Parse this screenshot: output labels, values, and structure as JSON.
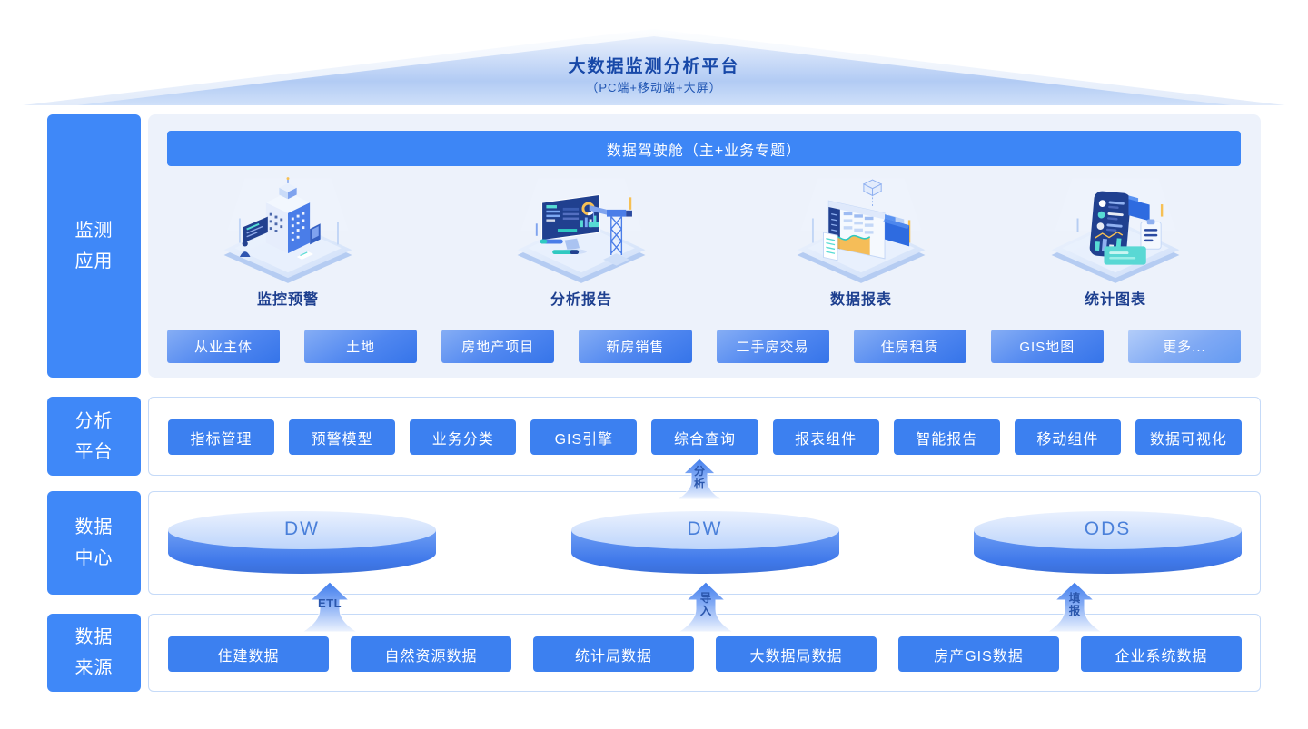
{
  "roof": {
    "title": "大数据监测分析平台",
    "subtitle": "（PC端+移动端+大屏）"
  },
  "sidebar": {
    "monitoring": "监测应用",
    "analysis": "分析平台",
    "data_center": "数据中心",
    "data_source": "数据来源"
  },
  "monitoring": {
    "banner": "数据驾驶舱（主+业务专题）",
    "apps": [
      {
        "name": "监控预警",
        "icon": "building-monitor-illustration"
      },
      {
        "name": "分析报告",
        "icon": "dashboard-crane-illustration"
      },
      {
        "name": "数据报表",
        "icon": "report-folder-illustration"
      },
      {
        "name": "统计图表",
        "icon": "phone-charts-illustration"
      }
    ],
    "topics": [
      "从业主体",
      "土地",
      "房地产项目",
      "新房销售",
      "二手房交易",
      "住房租赁",
      "GIS地图",
      "更多..."
    ]
  },
  "analysis": {
    "modules": [
      "指标管理",
      "预警模型",
      "业务分类",
      "GIS引擎",
      "综合查询",
      "报表组件",
      "智能报告",
      "移动组件",
      "数据可视化"
    ]
  },
  "data_center": {
    "databases": [
      "DW",
      "DW",
      "ODS"
    ]
  },
  "flows": {
    "analysis_arrow": "分析",
    "etl_arrow": "ETL",
    "import_arrow": "导入",
    "fill_arrow": "填报"
  },
  "data_source": {
    "items": [
      "住建数据",
      "自然资源数据",
      "统计局数据",
      "大数据局数据",
      "房产GIS数据",
      "企业系统数据"
    ]
  },
  "colors": {
    "sidebar_blue": "#3f88f8",
    "banner_blue": "#3d86f6",
    "button_blue": "#3c80f0",
    "navy_text": "#1d3f8f",
    "panel_bg": "#edf2fb",
    "panel_border": "#c5daf8",
    "cylinder_text": "#4a80da"
  }
}
